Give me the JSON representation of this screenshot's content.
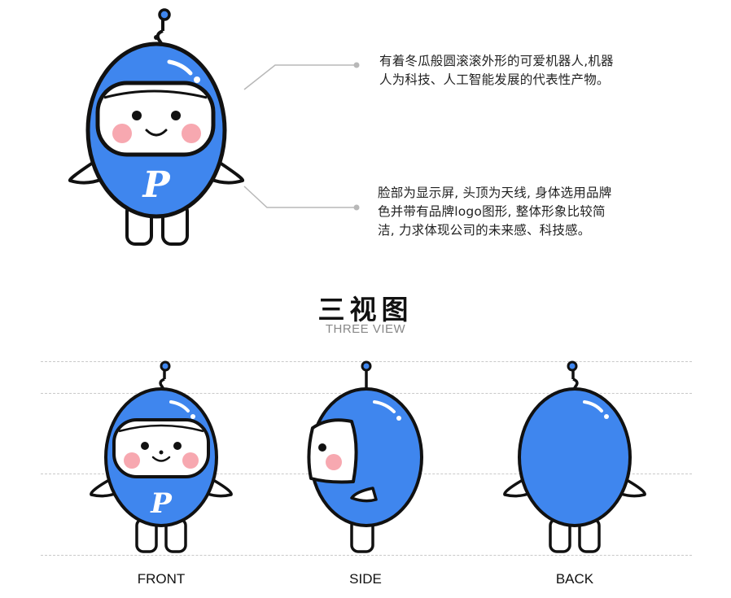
{
  "descriptions": {
    "first_line1": "有着冬瓜般圆滚滚外形的可爱机器人,机器",
    "first_line2": "人为科技、人工智能发展的代表性产物。",
    "second_line1": "脸部为显示屏, 头顶为天线, 身体选用品牌",
    "second_line2": "色并带有品牌logo图形, 整体形象比较简",
    "second_line3": "洁, 力求体现公司的未来感、科技感。"
  },
  "section": {
    "title_cn": "三视图",
    "title_en": "THREE VIEW"
  },
  "views": {
    "front": "FRONT",
    "side": "SIDE",
    "back": "BACK"
  },
  "logo_letter": "P",
  "colors": {
    "body_blue": "#3f86ee",
    "outline": "#111111",
    "cheek": "#f7a8b0",
    "guide_line": "#c9c9c9",
    "callout": "#b8b8b8"
  },
  "icons": [
    "robot-mascot-main",
    "robot-front-view",
    "robot-side-view",
    "robot-back-view"
  ]
}
